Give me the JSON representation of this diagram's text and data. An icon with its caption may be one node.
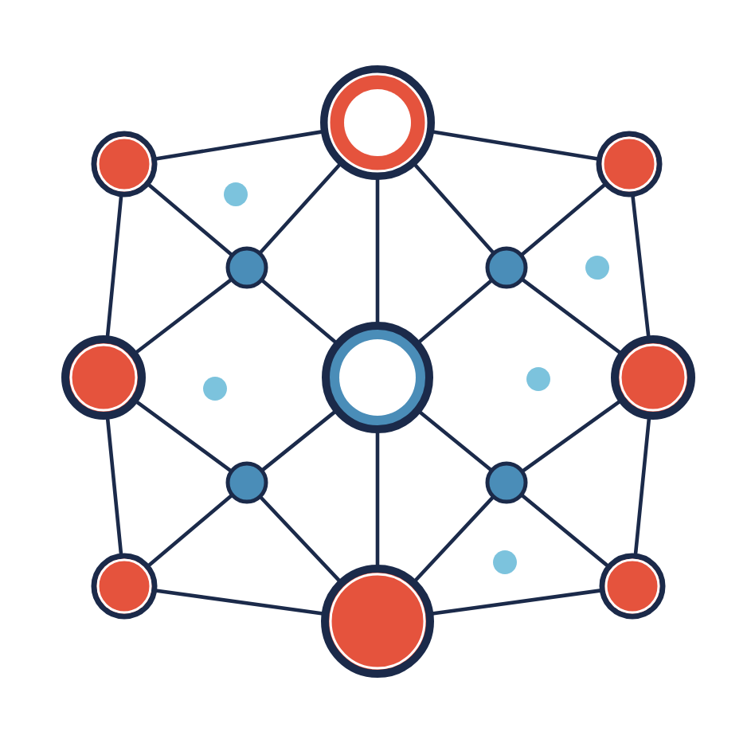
{
  "diagram": {
    "nodes": [
      {
        "text": [],
        "shape": "circle"
      },
      {
        "text": [],
        "shape": "circle"
      },
      {
        "text": [],
        "shape": "circle"
      },
      {
        "text": [],
        "shape": "circle"
      },
      {
        "text": [],
        "shape": "circle"
      },
      {
        "text": [],
        "shape": "circle"
      },
      {
        "text": [],
        "shape": "circle"
      },
      {
        "text": [],
        "shape": "circle"
      },
      {
        "text": [],
        "shape": "circle"
      },
      {
        "text": [],
        "shape": "circle"
      },
      {
        "text": [],
        "shape": "circle"
      },
      {
        "text": [],
        "shape": "circle"
      },
      {
        "text": [],
        "shape": "circle"
      }
    ],
    "edges": [
      {
        "from": 0,
        "to": 1,
        "arrow": "none"
      },
      {
        "from": 0,
        "to": 2,
        "arrow": "none"
      },
      {
        "from": 1,
        "to": 5,
        "arrow": "none"
      },
      {
        "from": 5,
        "to": 10,
        "arrow": "none"
      },
      {
        "from": 10,
        "to": 12,
        "arrow": "none"
      },
      {
        "from": 12,
        "to": 11,
        "arrow": "none"
      },
      {
        "from": 11,
        "to": 7,
        "arrow": "none"
      },
      {
        "from": 7,
        "to": 2,
        "arrow": "none"
      },
      {
        "from": 0,
        "to": 6,
        "arrow": "none"
      },
      {
        "from": 6,
        "to": 12,
        "arrow": "none"
      },
      {
        "from": 3,
        "to": 1,
        "arrow": "none"
      },
      {
        "from": 3,
        "to": 0,
        "arrow": "none"
      },
      {
        "from": 3,
        "to": 5,
        "arrow": "none"
      },
      {
        "from": 3,
        "to": 6,
        "arrow": "none"
      },
      {
        "from": 4,
        "to": 2,
        "arrow": "none"
      },
      {
        "from": 4,
        "to": 0,
        "arrow": "none"
      },
      {
        "from": 4,
        "to": 7,
        "arrow": "none"
      },
      {
        "from": 4,
        "to": 6,
        "arrow": "none"
      },
      {
        "from": 8,
        "to": 5,
        "arrow": "none"
      },
      {
        "from": 8,
        "to": 10,
        "arrow": "none"
      },
      {
        "from": 8,
        "to": 12,
        "arrow": "none"
      },
      {
        "from": 8,
        "to": 6,
        "arrow": "none"
      },
      {
        "from": 9,
        "to": 7,
        "arrow": "none"
      },
      {
        "from": 9,
        "to": 11,
        "arrow": "none"
      },
      {
        "from": 9,
        "to": 12,
        "arrow": "none"
      },
      {
        "from": 9,
        "to": 6,
        "arrow": "none"
      }
    ]
  }
}
